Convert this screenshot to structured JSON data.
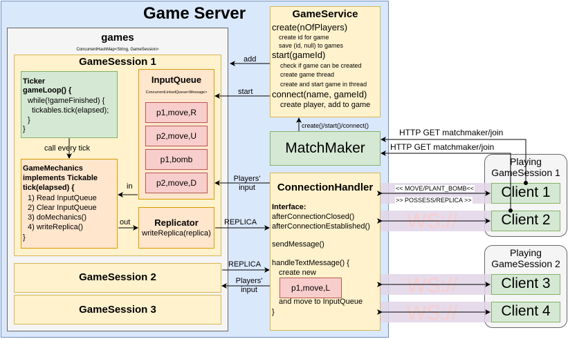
{
  "server": {
    "title": "Game Server"
  },
  "games": {
    "title": "games",
    "subtitle": "ConcurrentHashMap<String, GameSession>"
  },
  "session1": {
    "title": "GameSession 1"
  },
  "ticker": {
    "lines": [
      "Ticker",
      "gameLoop() {",
      "while(!gameFinished) {",
      "tickables.tick(elapsed);",
      "}",
      "}"
    ]
  },
  "inputQueue": {
    "title": "InputQueue",
    "subtitle": "ConcurrentLinkedQueue<Message>",
    "items": [
      "p1,move,R",
      "p2,move,U",
      "p1,bomb",
      "p2,move,D"
    ]
  },
  "mechanics": {
    "lines": [
      "GameMechanics",
      "implements Tickable",
      "tick(elapsed) {",
      "1) Read InputQueue",
      "2) Clear InputQueue",
      "3) doMechanics()",
      "4) writeReplica()",
      "}"
    ]
  },
  "replicator": {
    "title": "Replicator",
    "method": "writeReplica(replica)"
  },
  "session2": {
    "title": "GameSession 2"
  },
  "session3": {
    "title": "GameSession 3"
  },
  "gameService": {
    "title": "GameService",
    "lines": [
      "create(nOfPlayers)",
      "create id for game",
      "save (id, null) to games",
      "start(gameId)",
      "check if game can be created",
      "create game thread",
      "create and start game in thread",
      "connect(name, gameId)",
      "create player, add to game"
    ]
  },
  "matchmaker": {
    "title": "MatchMaker"
  },
  "connectionHandler": {
    "title": "ConnectionHandler",
    "lines": [
      "Interface:",
      "afterConnectionClosed()",
      "afterConnectionEstablished()",
      "sendMessage()",
      "handleTextMessage() {",
      "create new",
      "and move to InputQueue",
      "}"
    ],
    "message": "p1,move,L"
  },
  "labels": {
    "add": "add",
    "start": "start",
    "callEveryTick": "call every tick",
    "in": "in",
    "out": "out",
    "replica": "REPLICA",
    "playersInput": "Players'\ninput",
    "serviceCalls": "create()/start()/connect()",
    "httpJoin": "HTTP GET matchmaker/join",
    "wsMsg1": "<< MOVE/PLANT_BOMB<<",
    "wsMsg2": ">> POSSESS/REPLICA >>",
    "ws": "WS://"
  },
  "playing1": {
    "title": "Playing\nGameSession 1",
    "clients": [
      "Client 1",
      "Client 2"
    ]
  },
  "playing2": {
    "title": "Playing\nGameSession 2",
    "clients": [
      "Client 3",
      "Client 4"
    ]
  },
  "colors": {
    "serverBg": "#dae8fc",
    "serverBorder": "#6c8ebf",
    "gamesBg": "#f5f5f5",
    "gamesBorder": "#666666",
    "yellowBg": "#fff2cc",
    "yellowBorder": "#d6b656",
    "greenBg": "#d5e8d4",
    "greenBorder": "#82b366",
    "orangeBg": "#ffe6cc",
    "orangeBorder": "#d79b00",
    "redBg": "#f8cecc",
    "redBorder": "#b85450",
    "purpleBg": "#e1d5e7",
    "wsText": "#f8cecc"
  }
}
